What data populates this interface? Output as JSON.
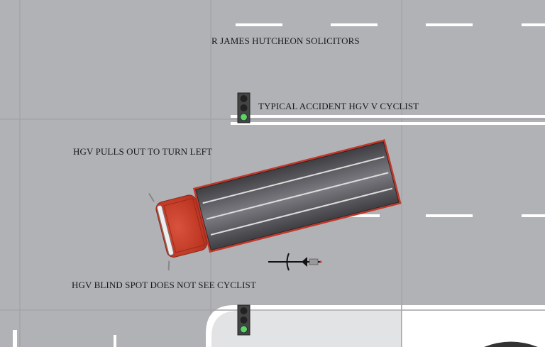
{
  "title": "R JAMES HUTCHEON SOLICITORS",
  "subtitle": "TYPICAL ACCIDENT HGV V CYCLIST",
  "labels": {
    "hgv_turn": "HGV PULLS OUT TO TURN LEFT",
    "blind_spot": "HGV BLIND SPOT DOES NOT SEE CYCLIST"
  },
  "colors": {
    "road": "#b1b2b6",
    "pavement": "#e2e3e5",
    "truck_cab": "#cc3f2b",
    "trailer": "#55555a",
    "signal_green": "#5ed35e"
  },
  "traffic_lights": [
    {
      "state": "green"
    },
    {
      "state": "green"
    }
  ]
}
